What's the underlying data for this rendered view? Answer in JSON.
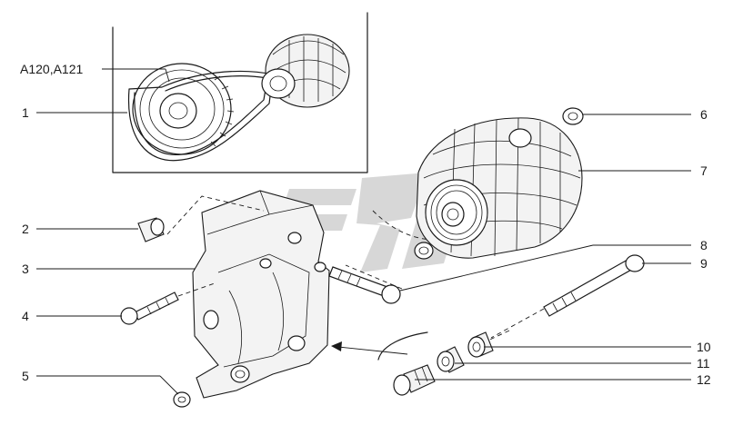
{
  "callouts": {
    "c_a120": "A120,A121",
    "c1": "1",
    "c2": "2",
    "c3": "3",
    "c4": "4",
    "c5": "5",
    "c6": "6",
    "c7": "7",
    "c8": "8",
    "c9": "9",
    "c10": "10",
    "c11": "11",
    "c12": "12"
  }
}
